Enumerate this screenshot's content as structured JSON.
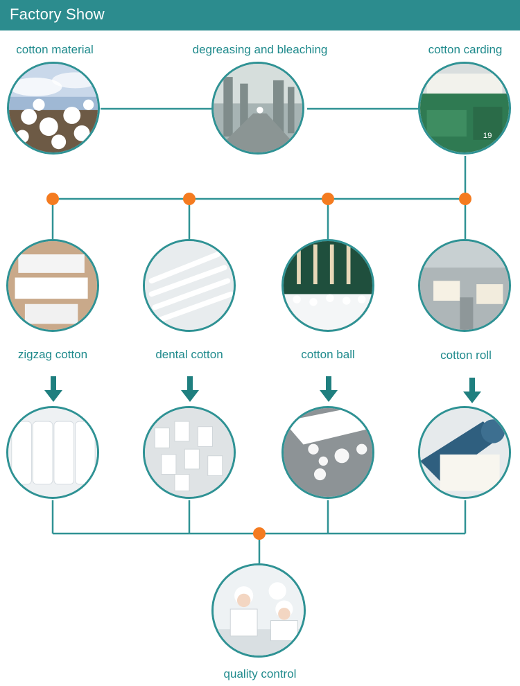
{
  "header": {
    "title": "Factory Show"
  },
  "colors": {
    "teal": "#2c8c8e",
    "line": "#2f9294",
    "node": "#f47b20",
    "label": "#1f8a8c"
  },
  "process": {
    "top_steps": [
      {
        "label": "cotton material",
        "image": "cotton-field-photo"
      },
      {
        "label": "degreasing and bleaching",
        "image": "bleaching-plant-photo"
      },
      {
        "label": "cotton carding",
        "image": "carding-machine-photo"
      }
    ],
    "products": [
      {
        "label": "zigzag cotton",
        "image": "zigzag-cotton-photo",
        "result_image": "zigzag-cotton-pack-photo"
      },
      {
        "label": "dental cotton",
        "image": "dental-cotton-line-photo",
        "result_image": "dental-cotton-rolls-photo"
      },
      {
        "label": "cotton ball",
        "image": "cotton-ball-line-photo",
        "result_image": "cotton-balls-photo"
      },
      {
        "label": "cotton roll",
        "image": "cotton-roll-line-photo",
        "result_image": "cotton-roll-product-photo"
      }
    ],
    "final_step": {
      "label": "quality control",
      "image": "quality-control-photo"
    }
  }
}
